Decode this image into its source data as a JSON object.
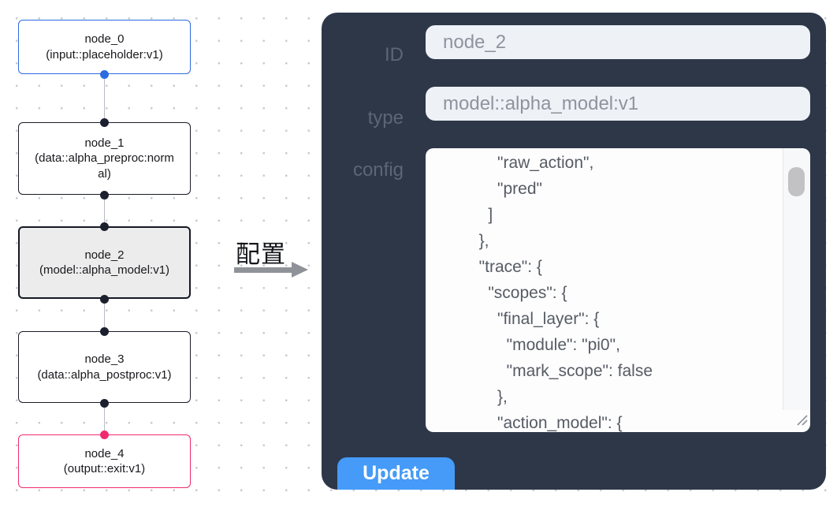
{
  "canvas": {
    "nodes": [
      {
        "title": "node_0",
        "subtitle": "(input::placeholder:v1)",
        "kind": "input"
      },
      {
        "title": "node_1",
        "subtitle": "(data::alpha_preproc:normal)",
        "kind": "data"
      },
      {
        "title": "node_2",
        "subtitle": "(model::alpha_model:v1)",
        "kind": "model-selected"
      },
      {
        "title": "node_3",
        "subtitle": "(data::alpha_postproc:v1)",
        "kind": "data"
      },
      {
        "title": "node_4",
        "subtitle": "(output::exit:v1)",
        "kind": "output"
      }
    ]
  },
  "transition": {
    "label": "配置"
  },
  "config_panel": {
    "id_field": {
      "label": "ID",
      "value": "node_2"
    },
    "type_field": {
      "label": "type",
      "value": "model::alpha_model:v1"
    },
    "config_field": {
      "label": "config",
      "value": "      \"raw_action\",\n      \"pred\"\n    ]\n  },\n  \"trace\": {\n    \"scopes\": {\n      \"final_layer\": {\n        \"module\": \"pi0\",\n        \"mark_scope\": false\n      },\n      \"action_model\": {"
    },
    "update_button": {
      "label": "Update"
    }
  },
  "colors": {
    "panel_bg": "#2d3748",
    "input_node_accent": "#2e6be0",
    "output_node_accent": "#ef2a6f",
    "selected_node_bg": "#ececec",
    "update_button_bg": "#459bf7",
    "arrow_gray": "#8f9399"
  }
}
